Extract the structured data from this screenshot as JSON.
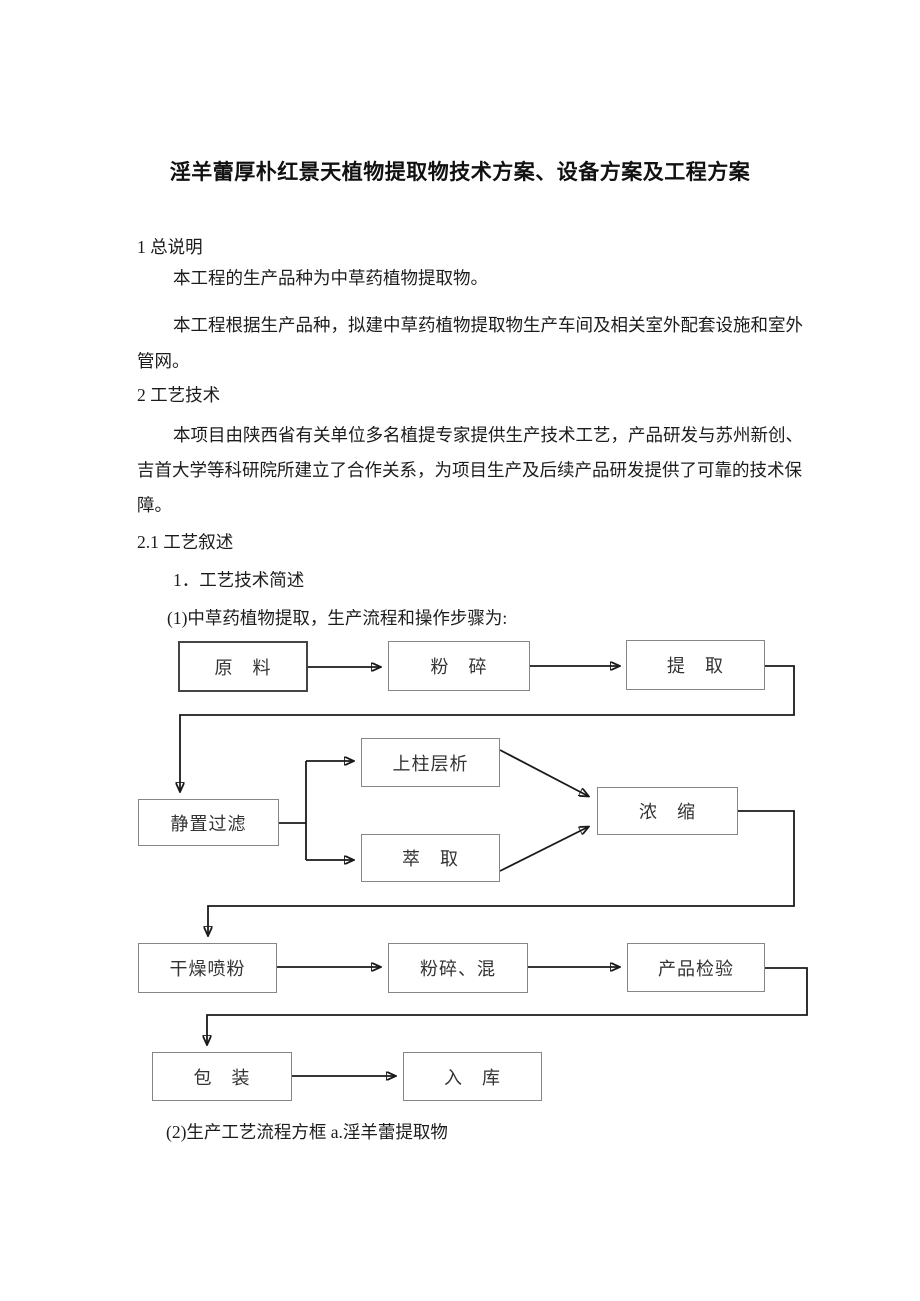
{
  "page": {
    "title": "淫羊蕾厚朴红景天植物提取物技术方案、设备方案及工程方案"
  },
  "sections": {
    "s1_heading": "1 总说明",
    "s1_p1": "本工程的生产品种为中草药植物提取物。",
    "s1_p2_line1": "本工程根据生产品种，拟建中草药植物提取物生产车间及相关室外配套设施和室外",
    "s1_p2_line2": "管网。",
    "s2_heading": "2 工艺技术",
    "s2_p1_line1": "本项目由陕西省有关单位多名植提专家提供生产技术工艺，产品研发与苏州新创、",
    "s2_p1_line2": "吉首大学等科研院所建立了合作关系，为项目生产及后续产品研发提供了可靠的技术保",
    "s2_p1_line3": "障。",
    "s21_heading": "2.1 工艺叙述",
    "s21_item1": "1．工艺技术简述",
    "s21_item2": "(1)中草药植物提取，生产流程和操作步骤为:",
    "flow_caption": "(2)生产工艺流程方框 a.淫羊蕾提取物"
  },
  "flowchart": {
    "boxes": [
      {
        "id": "raw-material",
        "label": "原　料"
      },
      {
        "id": "crushing",
        "label": "粉　碎"
      },
      {
        "id": "extraction",
        "label": "提　取"
      },
      {
        "id": "settling-filtration",
        "label": "静置过滤"
      },
      {
        "id": "column-chromatography",
        "label": "上柱层析"
      },
      {
        "id": "solvent-extraction",
        "label": "萃　取"
      },
      {
        "id": "concentration",
        "label": "浓　缩"
      },
      {
        "id": "spray-drying",
        "label": "干燥喷粉"
      },
      {
        "id": "crush-mix",
        "label": "粉碎、混"
      },
      {
        "id": "product-inspection",
        "label": "产品检验"
      },
      {
        "id": "packaging",
        "label": "包　装"
      },
      {
        "id": "warehousing",
        "label": "入　库"
      }
    ],
    "edges": [
      {
        "from": "raw-material",
        "to": "crushing"
      },
      {
        "from": "crushing",
        "to": "extraction"
      },
      {
        "from": "extraction",
        "to": "settling-filtration"
      },
      {
        "from": "settling-filtration",
        "to": "column-chromatography"
      },
      {
        "from": "settling-filtration",
        "to": "solvent-extraction"
      },
      {
        "from": "column-chromatography",
        "to": "concentration"
      },
      {
        "from": "solvent-extraction",
        "to": "concentration"
      },
      {
        "from": "concentration",
        "to": "spray-drying"
      },
      {
        "from": "spray-drying",
        "to": "crush-mix"
      },
      {
        "from": "crush-mix",
        "to": "product-inspection"
      },
      {
        "from": "product-inspection",
        "to": "packaging"
      },
      {
        "from": "packaging",
        "to": "warehousing"
      }
    ]
  }
}
